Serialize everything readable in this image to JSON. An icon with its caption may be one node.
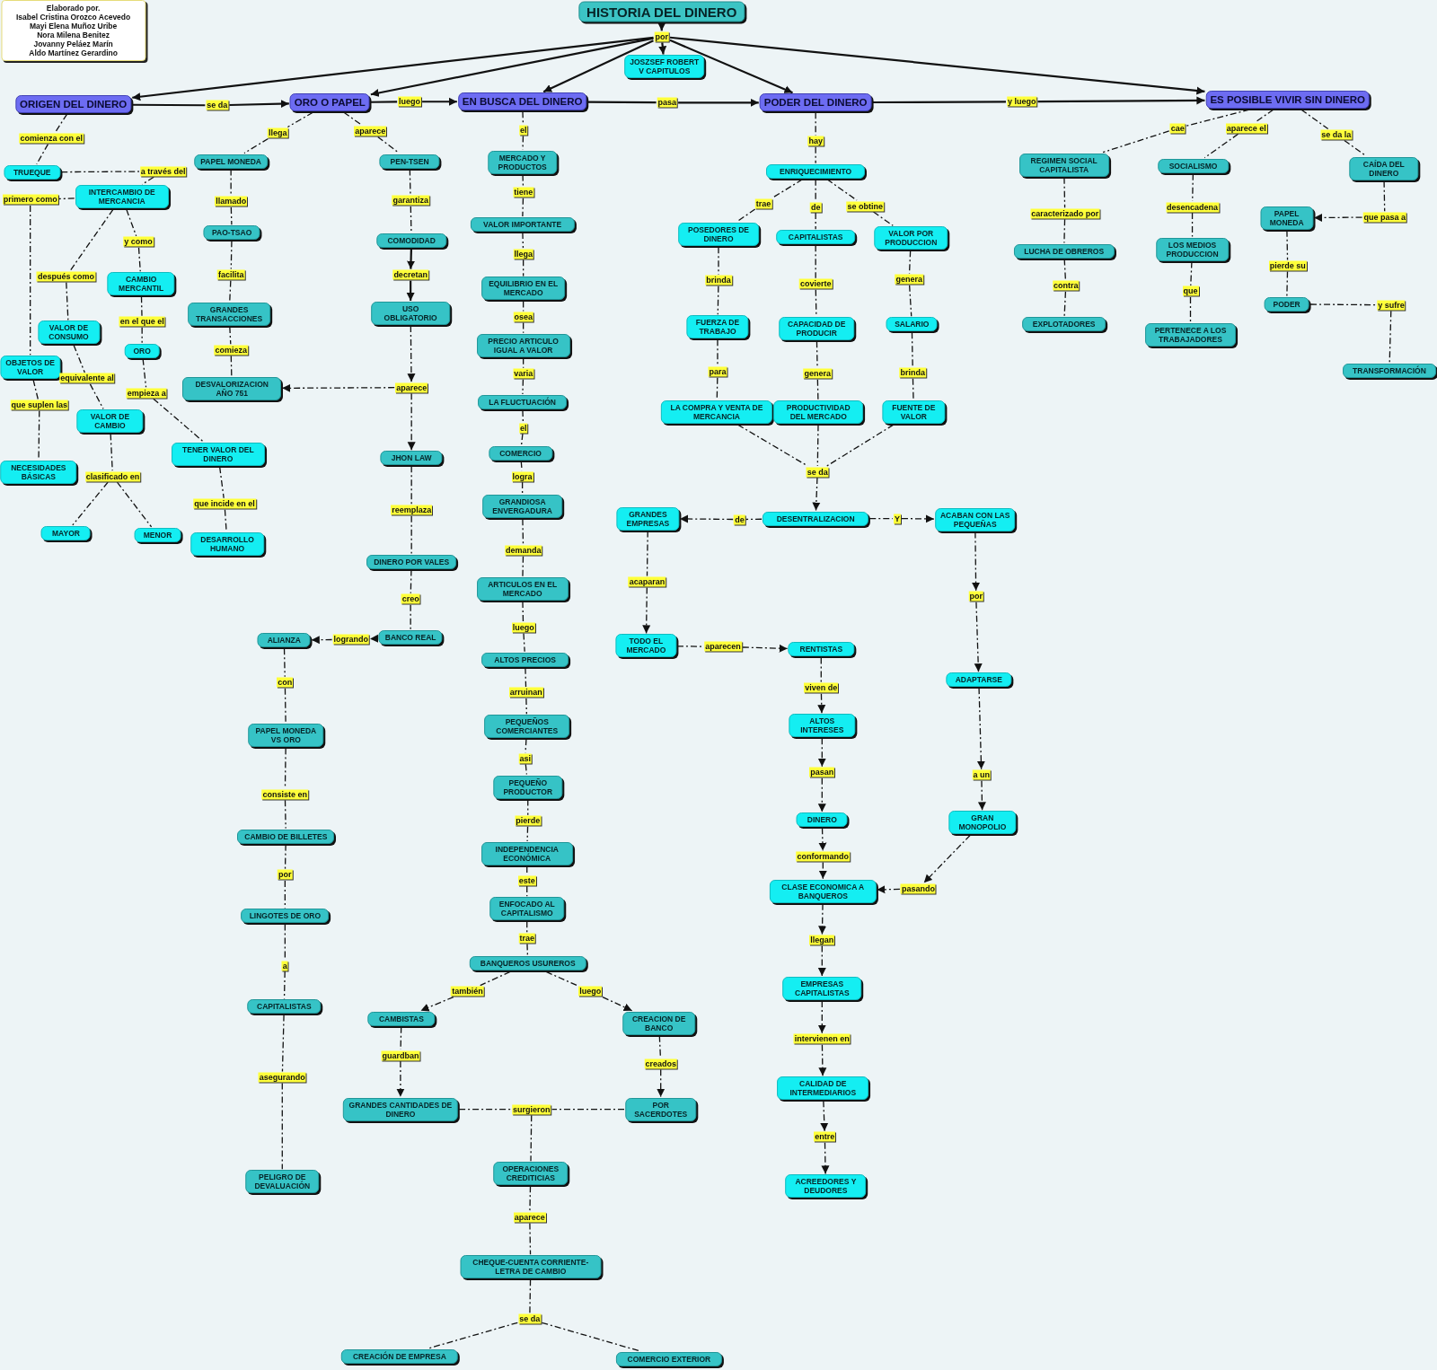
{
  "diagram": {
    "nodes": [
      {
        "text": [
          "Elaborado por.",
          "Isabel Cristina Orozco Acevedo",
          "Mayi Elena Muñoz Uribe",
          "Nora Milena Benitez",
          "Jovanny Peláez Marín",
          "Aldo Martínez Gerardino"
        ]
      },
      {
        "text": [
          "HISTORIA DEL DINERO"
        ]
      },
      {
        "text": [
          "por"
        ]
      },
      {
        "text": [
          "JOSZSEF ROBERT V CAPITULOS"
        ]
      },
      {
        "text": [
          "ORIGEN DEL DINERO"
        ]
      },
      {
        "text": [
          "ORO O PAPEL"
        ]
      },
      {
        "text": [
          "EN BUSCA DEL DINERO"
        ]
      },
      {
        "text": [
          "PODER DEL DINERO"
        ]
      },
      {
        "text": [
          "ES POSIBLE VIVIR SIN DINERO"
        ]
      },
      {
        "text": [
          "se da"
        ]
      },
      {
        "text": [
          "luego"
        ]
      },
      {
        "text": [
          "pasa"
        ]
      },
      {
        "text": [
          "y luego"
        ]
      },
      {
        "text": [
          "comienza con el"
        ]
      },
      {
        "text": [
          "TRUEQUE"
        ]
      },
      {
        "text": [
          "a través del"
        ]
      },
      {
        "text": [
          "INTERCAMBIO DE MERCANCIA"
        ]
      },
      {
        "text": [
          "primero como"
        ]
      },
      {
        "text": [
          "después como"
        ]
      },
      {
        "text": [
          "y como"
        ]
      },
      {
        "text": [
          "OBJETOS DE VALOR"
        ]
      },
      {
        "text": [
          "VALOR DE CONSUMO"
        ]
      },
      {
        "text": [
          "CAMBIO MERCANTIL"
        ]
      },
      {
        "text": [
          "que suplen las"
        ]
      },
      {
        "text": [
          "NECESIDADES BÁSICAS"
        ]
      },
      {
        "text": [
          "equivalente al"
        ]
      },
      {
        "text": [
          "VALOR DE CAMBIO"
        ]
      },
      {
        "text": [
          "en el que el"
        ]
      },
      {
        "text": [
          "ORO"
        ]
      },
      {
        "text": [
          "empieza a"
        ]
      },
      {
        "text": [
          "TENER VALOR DEL DINERO"
        ]
      },
      {
        "text": [
          "clasificado en"
        ]
      },
      {
        "text": [
          "MAYOR"
        ]
      },
      {
        "text": [
          "MENOR"
        ]
      },
      {
        "text": [
          "que incide en el"
        ]
      },
      {
        "text": [
          "DESARROLLO HUMANO"
        ]
      },
      {
        "text": [
          "llega"
        ]
      },
      {
        "text": [
          "PAPEL MONEDA"
        ]
      },
      {
        "text": [
          "llamado"
        ]
      },
      {
        "text": [
          "PAO-TSAO"
        ]
      },
      {
        "text": [
          "facilita"
        ]
      },
      {
        "text": [
          "GRANDES TRANSACCIONES"
        ]
      },
      {
        "text": [
          "comieza"
        ]
      },
      {
        "text": [
          "DESVALORIZACION AÑO 751"
        ]
      },
      {
        "text": [
          "aparece"
        ]
      },
      {
        "text": [
          "PEN-TSEN"
        ]
      },
      {
        "text": [
          "garantiza"
        ]
      },
      {
        "text": [
          "COMODIDAD"
        ]
      },
      {
        "text": [
          "decretan"
        ]
      },
      {
        "text": [
          "USO OBLIGATORIO"
        ]
      },
      {
        "text": [
          "aparece"
        ]
      },
      {
        "text": [
          "JHON LAW"
        ]
      },
      {
        "text": [
          "reemplaza"
        ]
      },
      {
        "text": [
          "DINERO POR VALES"
        ]
      },
      {
        "text": [
          "creo"
        ]
      },
      {
        "text": [
          "BANCO REAL"
        ]
      },
      {
        "text": [
          "logrando"
        ]
      },
      {
        "text": [
          "ALIANZA"
        ]
      },
      {
        "text": [
          "con"
        ]
      },
      {
        "text": [
          "PAPEL MONEDA VS ORO"
        ]
      },
      {
        "text": [
          "consiste en"
        ]
      },
      {
        "text": [
          "CAMBIO DE BILLETES"
        ]
      },
      {
        "text": [
          "por"
        ]
      },
      {
        "text": [
          "LINGOTES DE ORO"
        ]
      },
      {
        "text": [
          "a"
        ]
      },
      {
        "text": [
          "CAPITALISTAS"
        ]
      },
      {
        "text": [
          "asegurando"
        ]
      },
      {
        "text": [
          "PELIGRO DE DEVALUACIÓN"
        ]
      },
      {
        "text": [
          "el"
        ]
      },
      {
        "text": [
          "MERCADO Y PRODUCTOS"
        ]
      },
      {
        "text": [
          "tiene"
        ]
      },
      {
        "text": [
          "VALOR IMPORTANTE"
        ]
      },
      {
        "text": [
          "llega"
        ]
      },
      {
        "text": [
          "EQUILIBRIO EN EL MERCADO"
        ]
      },
      {
        "text": [
          "osea"
        ]
      },
      {
        "text": [
          "PRECIO ARTICULO IGUAL A VALOR"
        ]
      },
      {
        "text": [
          "varia"
        ]
      },
      {
        "text": [
          "LA FLUCTUACIÓN"
        ]
      },
      {
        "text": [
          "el"
        ]
      },
      {
        "text": [
          "COMERCIO"
        ]
      },
      {
        "text": [
          "logra"
        ]
      },
      {
        "text": [
          "GRANDIOSA ENVERGADURA"
        ]
      },
      {
        "text": [
          "demanda"
        ]
      },
      {
        "text": [
          "ARTICULOS EN EL MERCADO"
        ]
      },
      {
        "text": [
          "luego"
        ]
      },
      {
        "text": [
          "ALTOS PRECIOS"
        ]
      },
      {
        "text": [
          "arruinan"
        ]
      },
      {
        "text": [
          "PEQUEÑOS COMERCIANTES"
        ]
      },
      {
        "text": [
          "asi"
        ]
      },
      {
        "text": [
          "PEQUEÑO PRODUCTOR"
        ]
      },
      {
        "text": [
          "pierde"
        ]
      },
      {
        "text": [
          "INDEPENDENCIA ECONÓMICA"
        ]
      },
      {
        "text": [
          "este"
        ]
      },
      {
        "text": [
          "ENFOCADO AL CAPITALISMO"
        ]
      },
      {
        "text": [
          "trae"
        ]
      },
      {
        "text": [
          "BANQUEROS USUREROS"
        ]
      },
      {
        "text": [
          "también"
        ]
      },
      {
        "text": [
          "CAMBISTAS"
        ]
      },
      {
        "text": [
          "luego"
        ]
      },
      {
        "text": [
          "CREACION DE BANCO"
        ]
      },
      {
        "text": [
          "guardban"
        ]
      },
      {
        "text": [
          "GRANDES CANTIDADES DE DINERO"
        ]
      },
      {
        "text": [
          "creados"
        ]
      },
      {
        "text": [
          "POR SACERDOTES"
        ]
      },
      {
        "text": [
          "surgieron"
        ]
      },
      {
        "text": [
          "OPERACIONES CREDITICIAS"
        ]
      },
      {
        "text": [
          "aparece"
        ]
      },
      {
        "text": [
          "CHEQUE-CUENTA CORRIENTE- LETRA DE CAMBIO"
        ]
      },
      {
        "text": [
          "se da"
        ]
      },
      {
        "text": [
          "CREACIÓN DE EMPRESA"
        ]
      },
      {
        "text": [
          "COMERCIO EXTERIOR"
        ]
      },
      {
        "text": [
          "hay"
        ]
      },
      {
        "text": [
          "ENRIQUECIMIENTO"
        ]
      },
      {
        "text": [
          "trae"
        ]
      },
      {
        "text": [
          "de"
        ]
      },
      {
        "text": [
          "se obtine"
        ]
      },
      {
        "text": [
          "POSEDORES DE DINERO"
        ]
      },
      {
        "text": [
          "CAPITALISTAS"
        ]
      },
      {
        "text": [
          "VALOR POR PRODUCCION"
        ]
      },
      {
        "text": [
          "brinda"
        ]
      },
      {
        "text": [
          "covierte"
        ]
      },
      {
        "text": [
          "genera"
        ]
      },
      {
        "text": [
          "FUERZA DE TRABAJO"
        ]
      },
      {
        "text": [
          "CAPACIDAD DE PRODUCIR"
        ]
      },
      {
        "text": [
          "SALARIO"
        ]
      },
      {
        "text": [
          "para"
        ]
      },
      {
        "text": [
          "genera"
        ]
      },
      {
        "text": [
          "brinda"
        ]
      },
      {
        "text": [
          "LA COMPRA Y VENTA DE MERCANCIA"
        ]
      },
      {
        "text": [
          "PRODUCTIVIDAD DEL MERCADO"
        ]
      },
      {
        "text": [
          "FUENTE DE VALOR"
        ]
      },
      {
        "text": [
          "se da"
        ]
      },
      {
        "text": [
          "DESENTRALIZACION"
        ]
      },
      {
        "text": [
          "de"
        ]
      },
      {
        "text": [
          "GRANDES EMPRESAS"
        ]
      },
      {
        "text": [
          "Y"
        ]
      },
      {
        "text": [
          "ACABAN CON LAS PEQUEÑAS"
        ]
      },
      {
        "text": [
          "acaparan"
        ]
      },
      {
        "text": [
          "TODO EL MERCADO"
        ]
      },
      {
        "text": [
          "aparecen"
        ]
      },
      {
        "text": [
          "RENTISTAS"
        ]
      },
      {
        "text": [
          "viven de"
        ]
      },
      {
        "text": [
          "ALTOS INTERESES"
        ]
      },
      {
        "text": [
          "pasan"
        ]
      },
      {
        "text": [
          "DINERO"
        ]
      },
      {
        "text": [
          "conformando"
        ]
      },
      {
        "text": [
          "CLASE ECONOMICA A BANQUEROS"
        ]
      },
      {
        "text": [
          "llegan"
        ]
      },
      {
        "text": [
          "EMPRESAS CAPITALISTAS"
        ]
      },
      {
        "text": [
          "intervienen en"
        ]
      },
      {
        "text": [
          "CALIDAD DE INTERMEDIARIOS"
        ]
      },
      {
        "text": [
          "entre"
        ]
      },
      {
        "text": [
          "ACREEDORES Y DEUDORES"
        ]
      },
      {
        "text": [
          "por"
        ]
      },
      {
        "text": [
          "ADAPTARSE"
        ]
      },
      {
        "text": [
          "a un"
        ]
      },
      {
        "text": [
          "GRAN MONOPOLIO"
        ]
      },
      {
        "text": [
          "pasando"
        ]
      },
      {
        "text": [
          "cae"
        ]
      },
      {
        "text": [
          "aparece el"
        ]
      },
      {
        "text": [
          "se da la"
        ]
      },
      {
        "text": [
          "REGIMEN SOCIAL CAPITALISTA"
        ]
      },
      {
        "text": [
          "SOCIALISMO"
        ]
      },
      {
        "text": [
          "CAÍDA DEL DINERO"
        ]
      },
      {
        "text": [
          "caracterizado por"
        ]
      },
      {
        "text": [
          "desencadena"
        ]
      },
      {
        "text": [
          "LUCHA DE OBREROS"
        ]
      },
      {
        "text": [
          "LOS MEDIOS PRODUCCION"
        ]
      },
      {
        "text": [
          "contra"
        ]
      },
      {
        "text": [
          "que"
        ]
      },
      {
        "text": [
          "EXPLOTADORES"
        ]
      },
      {
        "text": [
          "PERTENECE A LOS TRABAJADORES"
        ]
      },
      {
        "text": [
          "que pasa a"
        ]
      },
      {
        "text": [
          "PAPEL MONEDA"
        ]
      },
      {
        "text": [
          "pierde su"
        ]
      },
      {
        "text": [
          "PODER"
        ]
      },
      {
        "text": [
          "y sufre"
        ]
      },
      {
        "text": [
          "TRANSFORMACIÓN"
        ]
      }
    ],
    "edges": [
      {
        "from": 1,
        "to": 2,
        "arrow": "to"
      },
      {
        "from": 2,
        "to": 4,
        "arrow": "to"
      },
      {
        "from": 2,
        "to": 5,
        "arrow": "to"
      },
      {
        "from": 2,
        "to": 6,
        "arrow": "to"
      },
      {
        "from": 2,
        "to": 3,
        "arrow": "to"
      },
      {
        "from": 2,
        "to": 7,
        "arrow": "to"
      },
      {
        "from": 2,
        "to": 8,
        "arrow": "to"
      },
      {
        "from": 4,
        "to": 9,
        "arrow": "none"
      },
      {
        "from": 9,
        "to": 5,
        "arrow": "to"
      },
      {
        "from": 5,
        "to": 10,
        "arrow": "none"
      },
      {
        "from": 10,
        "to": 6,
        "arrow": "to"
      },
      {
        "from": 6,
        "to": 11,
        "arrow": "none"
      },
      {
        "from": 11,
        "to": 7,
        "arrow": "to"
      },
      {
        "from": 7,
        "to": 12,
        "arrow": "none"
      },
      {
        "from": 12,
        "to": 8,
        "arrow": "to"
      },
      {
        "from": 4,
        "to": 13,
        "arrow": "none",
        "style": "dashed"
      },
      {
        "from": 13,
        "to": 14,
        "arrow": "none",
        "style": "dashed"
      },
      {
        "from": 14,
        "to": 15,
        "arrow": "none",
        "style": "dashed"
      },
      {
        "from": 15,
        "to": 16,
        "arrow": "none",
        "style": "dashed"
      },
      {
        "from": 16,
        "to": 17,
        "arrow": "none",
        "style": "dashed"
      },
      {
        "from": 17,
        "to": 20,
        "arrow": "none",
        "style": "dashed"
      },
      {
        "from": 16,
        "to": 18,
        "arrow": "none",
        "style": "dashed"
      },
      {
        "from": 18,
        "to": 21,
        "arrow": "none",
        "style": "dashed"
      },
      {
        "from": 16,
        "to": 19,
        "arrow": "none",
        "style": "dashed"
      },
      {
        "from": 19,
        "to": 22,
        "arrow": "none",
        "style": "dashed"
      },
      {
        "from": 20,
        "to": 23,
        "arrow": "none",
        "style": "dashed"
      },
      {
        "from": 23,
        "to": 24,
        "arrow": "none",
        "style": "dashed"
      },
      {
        "from": 21,
        "to": 25,
        "arrow": "none",
        "style": "dashed"
      },
      {
        "from": 25,
        "to": 26,
        "arrow": "none",
        "style": "dashed"
      },
      {
        "from": 26,
        "to": 31,
        "arrow": "none",
        "style": "dashed"
      },
      {
        "from": 31,
        "to": 32,
        "arrow": "none",
        "style": "dashed"
      },
      {
        "from": 31,
        "to": 33,
        "arrow": "none",
        "style": "dashed"
      },
      {
        "from": 22,
        "to": 27,
        "arrow": "none",
        "style": "dashed"
      },
      {
        "from": 27,
        "to": 28,
        "arrow": "none",
        "style": "dashed"
      },
      {
        "from": 28,
        "to": 29,
        "arrow": "none",
        "style": "dashed"
      },
      {
        "from": 29,
        "to": 30,
        "arrow": "none",
        "style": "dashed"
      },
      {
        "from": 30,
        "to": 34,
        "arrow": "none",
        "style": "dashed"
      },
      {
        "from": 34,
        "to": 35,
        "arrow": "none",
        "style": "dashed"
      },
      {
        "from": 5,
        "to": 36,
        "arrow": "none",
        "style": "dashed"
      },
      {
        "from": 36,
        "to": 37,
        "arrow": "none",
        "style": "dashed"
      },
      {
        "from": 37,
        "to": 38,
        "arrow": "none",
        "style": "dashed"
      },
      {
        "from": 38,
        "to": 39,
        "arrow": "none",
        "style": "dashed"
      },
      {
        "from": 39,
        "to": 40,
        "arrow": "none",
        "style": "dashed"
      },
      {
        "from": 40,
        "to": 41,
        "arrow": "none",
        "style": "dashed"
      },
      {
        "from": 41,
        "to": 42,
        "arrow": "none",
        "style": "dashed"
      },
      {
        "from": 42,
        "to": 43,
        "arrow": "none",
        "style": "dashed"
      },
      {
        "from": 5,
        "to": 44,
        "arrow": "none",
        "style": "dashed"
      },
      {
        "from": 44,
        "to": 45,
        "arrow": "none",
        "style": "dashed"
      },
      {
        "from": 45,
        "to": 46,
        "arrow": "none",
        "style": "dashed"
      },
      {
        "from": 46,
        "to": 47,
        "arrow": "none",
        "style": "dashed"
      },
      {
        "from": 47,
        "to": 48,
        "arrow": "to"
      },
      {
        "from": 48,
        "to": 49,
        "arrow": "to"
      },
      {
        "from": 49,
        "to": 50,
        "arrow": "to",
        "style": "dashed"
      },
      {
        "from": 50,
        "to": 43,
        "arrow": "to",
        "style": "dashed"
      },
      {
        "from": 50,
        "to": 51,
        "arrow": "to",
        "style": "dashed"
      },
      {
        "from": 51,
        "to": 52,
        "arrow": "none",
        "style": "dashed"
      },
      {
        "from": 52,
        "to": 53,
        "arrow": "none",
        "style": "dashed"
      },
      {
        "from": 53,
        "to": 54,
        "arrow": "none",
        "style": "dashed"
      },
      {
        "from": 54,
        "to": 55,
        "arrow": "none",
        "style": "dashed"
      },
      {
        "from": 55,
        "to": 56,
        "arrow": "to",
        "style": "dashed"
      },
      {
        "from": 56,
        "to": 57,
        "arrow": "to",
        "style": "dashed"
      },
      {
        "from": 57,
        "to": 58,
        "arrow": "none",
        "style": "dashed"
      },
      {
        "from": 58,
        "to": 59,
        "arrow": "none",
        "style": "dashed"
      },
      {
        "from": 59,
        "to": 60,
        "arrow": "none",
        "style": "dashed"
      },
      {
        "from": 60,
        "to": 61,
        "arrow": "none",
        "style": "dashed"
      },
      {
        "from": 61,
        "to": 62,
        "arrow": "none",
        "style": "dashed"
      },
      {
        "from": 62,
        "to": 63,
        "arrow": "none",
        "style": "dashed"
      },
      {
        "from": 63,
        "to": 64,
        "arrow": "none",
        "style": "dashed"
      },
      {
        "from": 64,
        "to": 65,
        "arrow": "none",
        "style": "dashed"
      },
      {
        "from": 65,
        "to": 66,
        "arrow": "none",
        "style": "dashed"
      },
      {
        "from": 66,
        "to": 67,
        "arrow": "none",
        "style": "dashed"
      },
      {
        "from": 6,
        "to": 68,
        "arrow": "none",
        "style": "dashed"
      },
      {
        "from": 68,
        "to": 69,
        "arrow": "none",
        "style": "dashed"
      },
      {
        "from": 69,
        "to": 70,
        "arrow": "none",
        "style": "dashed"
      },
      {
        "from": 70,
        "to": 71,
        "arrow": "none",
        "style": "dashed"
      },
      {
        "from": 71,
        "to": 72,
        "arrow": "none",
        "style": "dashed"
      },
      {
        "from": 72,
        "to": 73,
        "arrow": "none",
        "style": "dashed"
      },
      {
        "from": 73,
        "to": 74,
        "arrow": "none",
        "style": "dashed"
      },
      {
        "from": 74,
        "to": 75,
        "arrow": "none",
        "style": "dashed"
      },
      {
        "from": 75,
        "to": 76,
        "arrow": "none",
        "style": "dashed"
      },
      {
        "from": 76,
        "to": 77,
        "arrow": "none",
        "style": "dashed"
      },
      {
        "from": 77,
        "to": 78,
        "arrow": "none",
        "style": "dashed"
      },
      {
        "from": 78,
        "to": 79,
        "arrow": "none",
        "style": "dashed"
      },
      {
        "from": 79,
        "to": 80,
        "arrow": "none",
        "style": "dashed"
      },
      {
        "from": 80,
        "to": 81,
        "arrow": "none",
        "style": "dashed"
      },
      {
        "from": 81,
        "to": 82,
        "arrow": "none",
        "style": "dashed"
      },
      {
        "from": 82,
        "to": 83,
        "arrow": "none",
        "style": "dashed"
      },
      {
        "from": 83,
        "to": 84,
        "arrow": "none",
        "style": "dashed"
      },
      {
        "from": 84,
        "to": 85,
        "arrow": "none",
        "style": "dashed"
      },
      {
        "from": 85,
        "to": 86,
        "arrow": "none",
        "style": "dashed"
      },
      {
        "from": 86,
        "to": 87,
        "arrow": "none",
        "style": "dashed"
      },
      {
        "from": 87,
        "to": 88,
        "arrow": "none",
        "style": "dashed"
      },
      {
        "from": 88,
        "to": 89,
        "arrow": "none",
        "style": "dashed"
      },
      {
        "from": 89,
        "to": 90,
        "arrow": "none",
        "style": "dashed"
      },
      {
        "from": 90,
        "to": 91,
        "arrow": "none",
        "style": "dashed"
      },
      {
        "from": 91,
        "to": 92,
        "arrow": "none",
        "style": "dashed"
      },
      {
        "from": 92,
        "to": 93,
        "arrow": "none",
        "style": "dashed"
      },
      {
        "from": 93,
        "to": 94,
        "arrow": "none",
        "style": "dashed"
      },
      {
        "from": 94,
        "to": 95,
        "arrow": "none",
        "style": "dashed"
      },
      {
        "from": 95,
        "to": 96,
        "arrow": "none",
        "style": "dashed"
      },
      {
        "from": 96,
        "to": 97,
        "arrow": "to",
        "style": "dashed"
      },
      {
        "from": 95,
        "to": 98,
        "arrow": "none",
        "style": "dashed"
      },
      {
        "from": 98,
        "to": 99,
        "arrow": "to",
        "style": "dashed"
      },
      {
        "from": 97,
        "to": 100,
        "arrow": "none",
        "style": "dashed"
      },
      {
        "from": 100,
        "to": 101,
        "arrow": "to",
        "style": "dashed"
      },
      {
        "from": 99,
        "to": 102,
        "arrow": "none",
        "style": "dashed"
      },
      {
        "from": 102,
        "to": 103,
        "arrow": "to",
        "style": "dashed"
      },
      {
        "from": 101,
        "to": 104,
        "arrow": "none",
        "style": "dashed"
      },
      {
        "from": 103,
        "to": 104,
        "arrow": "none",
        "style": "dashed"
      },
      {
        "from": 104,
        "to": 105,
        "arrow": "none",
        "style": "dashed"
      },
      {
        "from": 105,
        "to": 106,
        "arrow": "none",
        "style": "dashed"
      },
      {
        "from": 106,
        "to": 107,
        "arrow": "none",
        "style": "dashed"
      },
      {
        "from": 107,
        "to": 108,
        "arrow": "none",
        "style": "dashed"
      },
      {
        "from": 108,
        "to": 109,
        "arrow": "none",
        "style": "dashed"
      },
      {
        "from": 108,
        "to": 110,
        "arrow": "none",
        "style": "dashed"
      },
      {
        "from": 7,
        "to": 111,
        "arrow": "none",
        "style": "dashed"
      },
      {
        "from": 111,
        "to": 112,
        "arrow": "none",
        "style": "dashed"
      },
      {
        "from": 112,
        "to": 113,
        "arrow": "none",
        "style": "dashed"
      },
      {
        "from": 113,
        "to": 116,
        "arrow": "none",
        "style": "dashed"
      },
      {
        "from": 112,
        "to": 114,
        "arrow": "none",
        "style": "dashed"
      },
      {
        "from": 114,
        "to": 117,
        "arrow": "none",
        "style": "dashed"
      },
      {
        "from": 112,
        "to": 115,
        "arrow": "none",
        "style": "dashed"
      },
      {
        "from": 115,
        "to": 118,
        "arrow": "none",
        "style": "dashed"
      },
      {
        "from": 116,
        "to": 119,
        "arrow": "none",
        "style": "dashed"
      },
      {
        "from": 119,
        "to": 122,
        "arrow": "none",
        "style": "dashed"
      },
      {
        "from": 122,
        "to": 125,
        "arrow": "none",
        "style": "dashed"
      },
      {
        "from": 125,
        "to": 128,
        "arrow": "none",
        "style": "dashed"
      },
      {
        "from": 117,
        "to": 120,
        "arrow": "none",
        "style": "dashed"
      },
      {
        "from": 120,
        "to": 123,
        "arrow": "none",
        "style": "dashed"
      },
      {
        "from": 123,
        "to": 126,
        "arrow": "none",
        "style": "dashed"
      },
      {
        "from": 126,
        "to": 129,
        "arrow": "none",
        "style": "dashed"
      },
      {
        "from": 118,
        "to": 121,
        "arrow": "none",
        "style": "dashed"
      },
      {
        "from": 121,
        "to": 124,
        "arrow": "none",
        "style": "dashed"
      },
      {
        "from": 124,
        "to": 127,
        "arrow": "none",
        "style": "dashed"
      },
      {
        "from": 127,
        "to": 130,
        "arrow": "none",
        "style": "dashed"
      },
      {
        "from": 128,
        "to": 131,
        "arrow": "none",
        "style": "dashed"
      },
      {
        "from": 129,
        "to": 131,
        "arrow": "none",
        "style": "dashed"
      },
      {
        "from": 130,
        "to": 131,
        "arrow": "none",
        "style": "dashed"
      },
      {
        "from": 131,
        "to": 132,
        "arrow": "to",
        "style": "dashed"
      },
      {
        "from": 132,
        "to": 133,
        "arrow": "none",
        "style": "dashed"
      },
      {
        "from": 133,
        "to": 134,
        "arrow": "to",
        "style": "dashed"
      },
      {
        "from": 132,
        "to": 135,
        "arrow": "none",
        "style": "dashed"
      },
      {
        "from": 135,
        "to": 136,
        "arrow": "to",
        "style": "dashed"
      },
      {
        "from": 134,
        "to": 137,
        "arrow": "none",
        "style": "dashed"
      },
      {
        "from": 137,
        "to": 138,
        "arrow": "to",
        "style": "dashed"
      },
      {
        "from": 138,
        "to": 139,
        "arrow": "none",
        "style": "dashed"
      },
      {
        "from": 139,
        "to": 140,
        "arrow": "to",
        "style": "dashed"
      },
      {
        "from": 140,
        "to": 141,
        "arrow": "none",
        "style": "dashed"
      },
      {
        "from": 141,
        "to": 142,
        "arrow": "to",
        "style": "dashed"
      },
      {
        "from": 142,
        "to": 143,
        "arrow": "to",
        "style": "dashed"
      },
      {
        "from": 143,
        "to": 144,
        "arrow": "to",
        "style": "dashed"
      },
      {
        "from": 144,
        "to": 145,
        "arrow": "to",
        "style": "dashed"
      },
      {
        "from": 145,
        "to": 146,
        "arrow": "to",
        "style": "dashed"
      },
      {
        "from": 136,
        "to": 153,
        "arrow": "to",
        "style": "dashed"
      },
      {
        "from": 153,
        "to": 154,
        "arrow": "to",
        "style": "dashed"
      },
      {
        "from": 154,
        "to": 155,
        "arrow": "to",
        "style": "dashed"
      },
      {
        "from": 155,
        "to": 156,
        "arrow": "to",
        "style": "dashed"
      },
      {
        "from": 156,
        "to": 157,
        "arrow": "to",
        "style": "dashed"
      },
      {
        "from": 157,
        "to": 146,
        "arrow": "to",
        "style": "dashed"
      },
      {
        "from": 146,
        "to": 147,
        "arrow": "to",
        "style": "dashed"
      },
      {
        "from": 147,
        "to": 148,
        "arrow": "to",
        "style": "dashed"
      },
      {
        "from": 148,
        "to": 149,
        "arrow": "to",
        "style": "dashed"
      },
      {
        "from": 149,
        "to": 150,
        "arrow": "to",
        "style": "dashed"
      },
      {
        "from": 150,
        "to": 151,
        "arrow": "to",
        "style": "dashed"
      },
      {
        "from": 151,
        "to": 152,
        "arrow": "to",
        "style": "dashed"
      },
      {
        "from": 8,
        "to": 158,
        "arrow": "none",
        "style": "dashed"
      },
      {
        "from": 158,
        "to": 161,
        "arrow": "none",
        "style": "dashed"
      },
      {
        "from": 8,
        "to": 159,
        "arrow": "none",
        "style": "dashed"
      },
      {
        "from": 159,
        "to": 162,
        "arrow": "none",
        "style": "dashed"
      },
      {
        "from": 8,
        "to": 160,
        "arrow": "none",
        "style": "dashed"
      },
      {
        "from": 160,
        "to": 163,
        "arrow": "none",
        "style": "dashed"
      },
      {
        "from": 161,
        "to": 164,
        "arrow": "none",
        "style": "dashed"
      },
      {
        "from": 164,
        "to": 166,
        "arrow": "none",
        "style": "dashed"
      },
      {
        "from": 166,
        "to": 168,
        "arrow": "none",
        "style": "dashed"
      },
      {
        "from": 168,
        "to": 170,
        "arrow": "none",
        "style": "dashed"
      },
      {
        "from": 162,
        "to": 165,
        "arrow": "none",
        "style": "dashed"
      },
      {
        "from": 165,
        "to": 167,
        "arrow": "none",
        "style": "dashed"
      },
      {
        "from": 167,
        "to": 169,
        "arrow": "none",
        "style": "dashed"
      },
      {
        "from": 169,
        "to": 171,
        "arrow": "none",
        "style": "dashed"
      },
      {
        "from": 163,
        "to": 172,
        "arrow": "none",
        "style": "dashed"
      },
      {
        "from": 172,
        "to": 173,
        "arrow": "to",
        "style": "dashed"
      },
      {
        "from": 173,
        "to": 174,
        "arrow": "none",
        "style": "dashed"
      },
      {
        "from": 174,
        "to": 175,
        "arrow": "none",
        "style": "dashed"
      },
      {
        "from": 175,
        "to": 176,
        "arrow": "none",
        "style": "dashed"
      },
      {
        "from": 176,
        "to": 177,
        "arrow": "none",
        "style": "dashed"
      }
    ]
  }
}
